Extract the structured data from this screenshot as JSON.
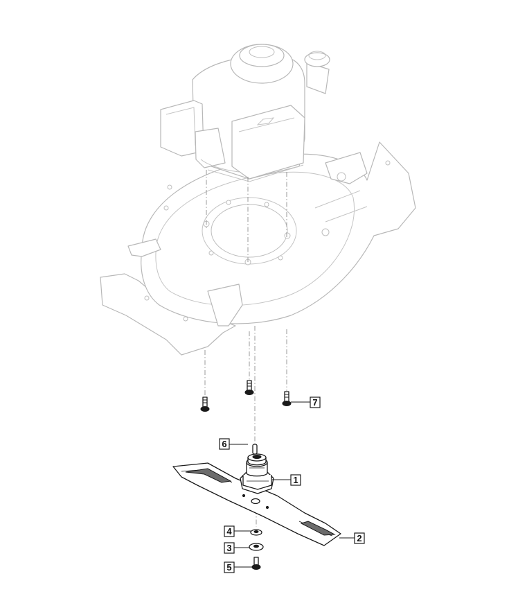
{
  "callouts": [
    {
      "id": "1",
      "part": "blade-adapter"
    },
    {
      "id": "2",
      "part": "blade"
    },
    {
      "id": "3",
      "part": "washer"
    },
    {
      "id": "4",
      "part": "spring-washer"
    },
    {
      "id": "5",
      "part": "blade-bolt"
    },
    {
      "id": "6",
      "part": "key-pin"
    },
    {
      "id": "7",
      "part": "deck-screw"
    }
  ]
}
